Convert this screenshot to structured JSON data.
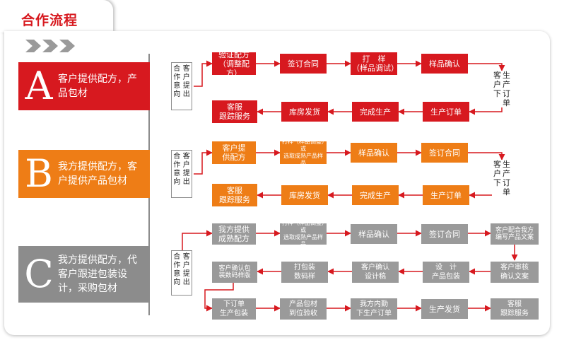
{
  "title": "合作流程",
  "options": [
    {
      "letter": "A",
      "text": "客户提供配方，产品包材"
    },
    {
      "letter": "B",
      "text": "我方提供配方，客户提供产品包材"
    },
    {
      "letter": "C",
      "text": "我方提供配方，代客户跟进包装设计，采购包材"
    }
  ],
  "flow_a": {
    "start": [
      "合作意向",
      "客户提出"
    ],
    "row1": [
      "验证配方\n（调整配方）",
      "签订合同",
      "打　样\n（样品调试）",
      "样品确认"
    ],
    "turn": [
      "生产订单",
      "客户下"
    ],
    "row2": [
      "客服\n跟踪服务",
      "库房发货",
      "完成生产",
      "生产订单"
    ]
  },
  "flow_b": {
    "start": [
      "合作意向",
      "客户提出"
    ],
    "row1": [
      "客户提\n供配方",
      "打样（样品调整）或\n选取成熟产品样品",
      "样品确认",
      "签订合同"
    ],
    "turn": [
      "生产订单",
      "客户下"
    ],
    "row2": [
      "客服\n跟踪服务",
      "库房发货",
      "完成生产",
      "生产订单"
    ]
  },
  "flow_c": {
    "start": [
      "合作意向",
      "客户提出"
    ],
    "row1": [
      "我方提供\n成熟配方",
      "打样（样品调整）或\n选取成熟产品样品",
      "样品确认",
      "签订合同",
      "客户配合我方\n编写产品文案"
    ],
    "row2": [
      "客户确认包\n装数码样版",
      "打包装\n数码样",
      "客户确认\n设计稿",
      "设　计\n产品包装",
      "客户审核\n确认文案"
    ],
    "row3": [
      "下订单\n生产包装",
      "产品包材\n到位验收",
      "我方内勤\n下生产订单",
      "生产发货",
      "客服\n跟踪服务"
    ]
  },
  "colors": {
    "red": "#d7191f",
    "orange": "#ee7d16",
    "grey": "#9a9a9a"
  }
}
